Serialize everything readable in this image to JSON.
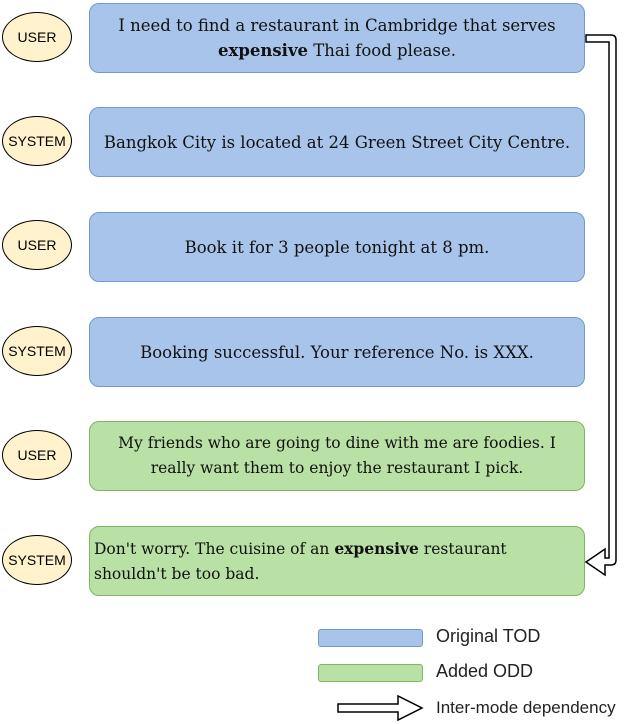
{
  "colors": {
    "tod_fill": "#a9c4eb",
    "tod_border": "#7199cf",
    "odd_fill": "#b9e0a5",
    "odd_border": "#82b366",
    "speaker_fill": "#fff2cc"
  },
  "dialogue": [
    {
      "speaker": "USER",
      "type": "Original TOD",
      "text_parts": [
        "I need to find a restaurant in Cambridge that serves ",
        "expensive",
        " Thai food please."
      ]
    },
    {
      "speaker": "SYSTEM",
      "type": "Original TOD",
      "text": "Bangkok City is located at 24 Green Street City Centre."
    },
    {
      "speaker": "USER",
      "type": "Original TOD",
      "text": "Book it for 3 people tonight at 8 pm."
    },
    {
      "speaker": "SYSTEM",
      "type": "Original TOD",
      "text": "Booking successful. Your reference No. is XXX."
    },
    {
      "speaker": "USER",
      "type": "Added ODD",
      "text": "My friends who are going to dine with me are foodies. I really want them to enjoy the restaurant I pick."
    },
    {
      "speaker": "SYSTEM",
      "type": "Added ODD",
      "text_parts": [
        "Don't worry. The cuisine of an ",
        "expensive",
        " restaurant shouldn't be too bad."
      ]
    }
  ],
  "dependency": {
    "from_turn": 0,
    "to_turn": 5,
    "label": "Inter-mode dependency"
  },
  "legend": [
    {
      "label": "Original TOD",
      "swatch": "blue-box"
    },
    {
      "label": "Added ODD",
      "swatch": "green-box"
    },
    {
      "label": "Inter-mode dependency",
      "swatch": "hollow-arrow"
    }
  ]
}
